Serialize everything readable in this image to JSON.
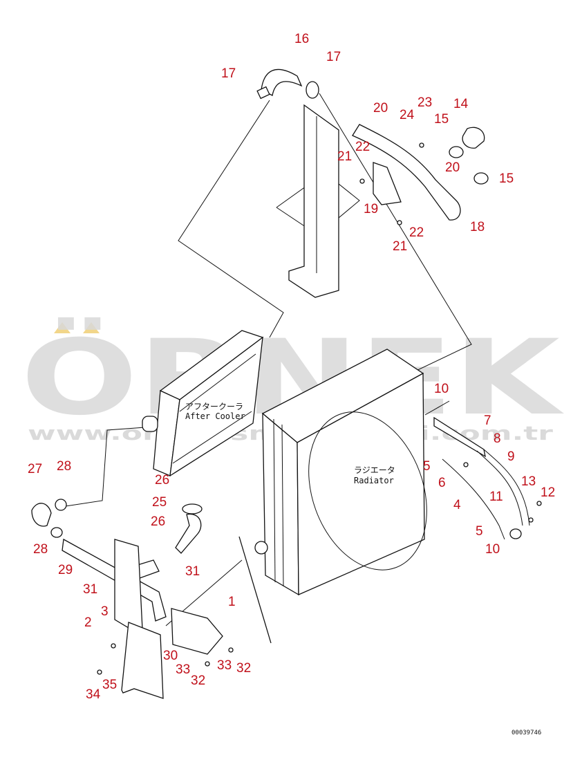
{
  "watermark": {
    "brand": "ÖRNEK",
    "url": "www.ornekismakinalari.com.tr",
    "accent_color": "#f2d68a"
  },
  "labels": {
    "after_cooler_jp": "アフタークーラ",
    "after_cooler_en": "After Cooler",
    "radiator_jp": "ラジエータ",
    "radiator_en": "Radiator"
  },
  "doc_number": "00039746",
  "callouts": {
    "c1": "1",
    "c2": "2",
    "c3": "3",
    "c4": "4",
    "c5a": "5",
    "c5b": "5",
    "c6": "6",
    "c7": "7",
    "c8": "8",
    "c9": "9",
    "c10a": "10",
    "c10b": "10",
    "c11": "11",
    "c12": "12",
    "c13": "13",
    "c14": "14",
    "c15a": "15",
    "c15b": "15",
    "c16": "16",
    "c17a": "17",
    "c17b": "17",
    "c18": "18",
    "c19": "19",
    "c20a": "20",
    "c20b": "20",
    "c21a": "21",
    "c21b": "21",
    "c22a": "22",
    "c22b": "22",
    "c23": "23",
    "c24": "24",
    "c25": "25",
    "c26a": "26",
    "c26b": "26",
    "c27": "27",
    "c28a": "28",
    "c28b": "28",
    "c29": "29",
    "c30": "30",
    "c31a": "31",
    "c31b": "31",
    "c32a": "32",
    "c32b": "32",
    "c33a": "33",
    "c33b": "33",
    "c34": "34",
    "c35": "35"
  },
  "colors": {
    "callout": "#c0101a",
    "line": "#111111",
    "watermark": "#d9d9d9"
  }
}
